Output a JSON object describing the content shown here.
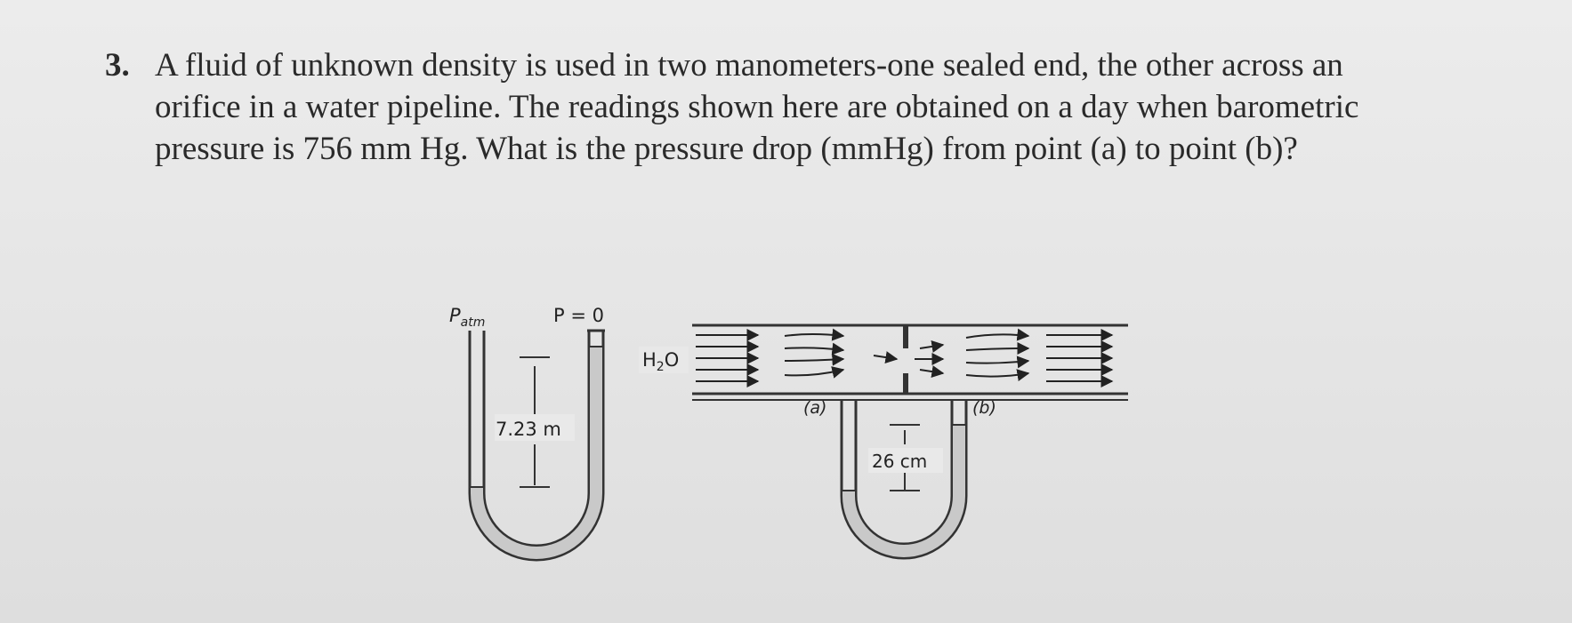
{
  "problem": {
    "number": "3.",
    "lines": [
      "A fluid of unknown density is used in two manometers-one sealed end, the other across an",
      "orifice in a water pipeline. The readings shown here are obtained on a day when barometric",
      "pressure is 756 mm Hg. What is the pressure drop (mmHg) from point (a) to point (b)?"
    ]
  },
  "figure": {
    "left_manometer": {
      "open_end_label": "P",
      "open_end_subscript": "atm",
      "sealed_end_label": "P = 0",
      "height_label": "7.23 m"
    },
    "pipe": {
      "fluid_label": "H",
      "fluid_subscript": "2",
      "fluid_suffix": "O",
      "point_a_label": "(a)",
      "point_b_label": "(b)"
    },
    "right_manometer": {
      "height_label": "26 cm"
    }
  }
}
